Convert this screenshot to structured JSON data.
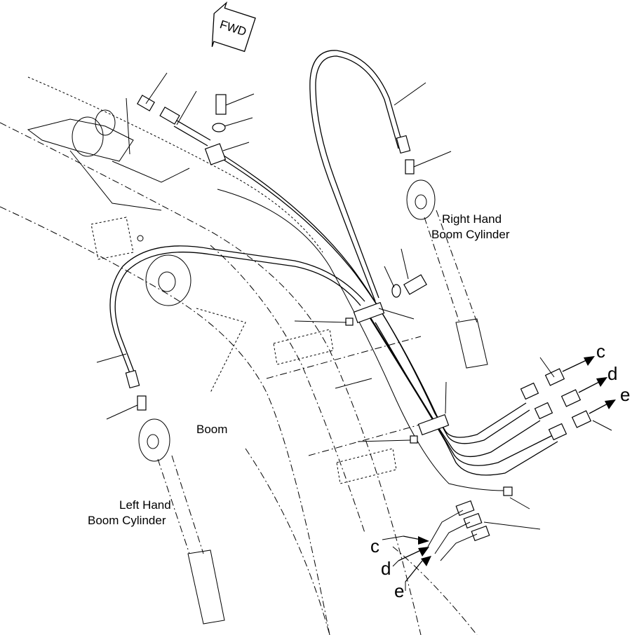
{
  "labels": {
    "fwd": "FWD",
    "boom": "Boom",
    "right_cyl_1": "Right Hand",
    "right_cyl_2": "Boom Cylinder",
    "left_cyl_1": "Left Hand",
    "left_cyl_2": "Boom Cylinder",
    "c_upper": "c",
    "d_upper": "d",
    "e_upper": "e",
    "c_lower": "c",
    "d_lower": "d",
    "e_lower": "e"
  }
}
